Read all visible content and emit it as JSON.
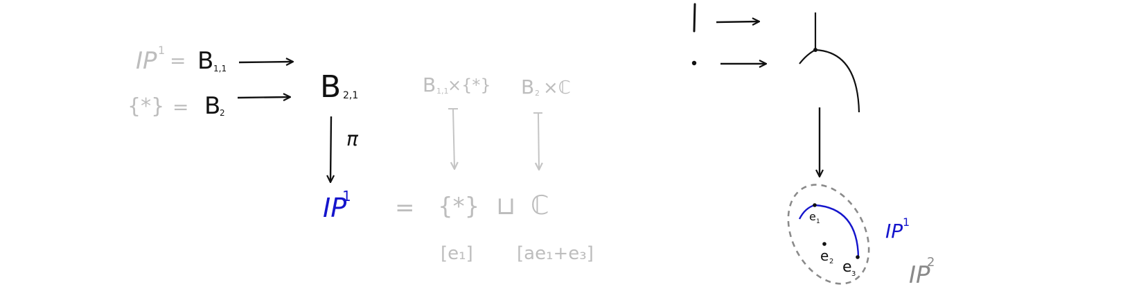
{
  "left_diagram": {
    "row1": {
      "lhs": "IP",
      "lhs_sup": "1",
      "eq": "=",
      "rhs": "B",
      "rhs_sub": "1,1"
    },
    "row2": {
      "lhs": "{*}",
      "eq": "=",
      "rhs": "B",
      "rhs_sub": "2"
    },
    "target": {
      "base": "B",
      "sub": "2,1"
    },
    "map_label": "π",
    "bottom": {
      "base": "IP",
      "sup": "1"
    },
    "decomposition": {
      "eq": "=",
      "part1": "{*}",
      "coprod": "⊔",
      "part2": "ℂ",
      "part1_header": {
        "base": "B",
        "sub": "1,1",
        "times": "×{*}"
      },
      "part2_header": {
        "base": "B",
        "sub": "2",
        "times": "×ℂ"
      },
      "part1_coord": "[e₁]",
      "part2_coord": "[ae₁+e₃]"
    }
  },
  "right_diagram": {
    "points": [
      {
        "label": "e",
        "sub": "1"
      },
      {
        "label": "e",
        "sub": "2"
      },
      {
        "label": "e",
        "sub": "3"
      }
    ],
    "curve_label": {
      "base": "IP",
      "sup": "1"
    },
    "plane_label": {
      "base": "IP",
      "sup": "2"
    }
  },
  "colors": {
    "ink": "#111111",
    "faded": "#bdbdbd",
    "dashed": "#8a8a8a",
    "highlight": "#1515cc"
  }
}
